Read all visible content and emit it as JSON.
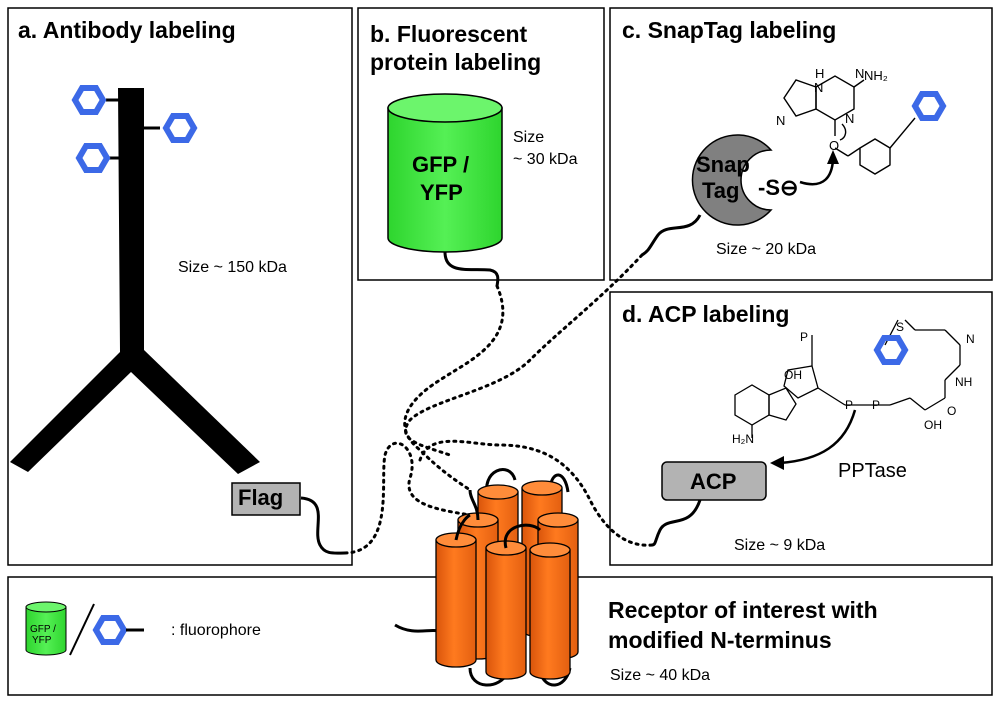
{
  "panels": {
    "a": {
      "title": "a. Antibody labeling",
      "size": "Size ~ 150 kDa",
      "flag_label": "Flag"
    },
    "b": {
      "title_line1": "b. Fluorescent",
      "title_line2": "protein labeling",
      "size_line1": "Size",
      "size_line2": "~ 30 kDa",
      "protein_line1": "GFP /",
      "protein_line2": "YFP"
    },
    "c": {
      "title": "c. SnapTag labeling",
      "protein_line1": "Snap",
      "protein_line2": "Tag",
      "thiolate": "-S⊖",
      "size": "Size ~ 20 kDa",
      "atom_h": "H",
      "atom_n": "N",
      "atom_nh2": "NH₂",
      "atom_o": "O"
    },
    "d": {
      "title": "d. ACP labeling",
      "protein": "ACP",
      "enzyme": "PPTase",
      "size": "Size ~ 9 kDa",
      "atom_s": "S",
      "atom_n": "N",
      "atom_nh": "NH",
      "atom_o": "O",
      "atom_oh": "OH",
      "atom_h2n": "H₂N",
      "atom_p": "P"
    }
  },
  "legend": {
    "gfp_line1": "GFP /",
    "gfp_line2": "YFP",
    "fluorophore_label": ": fluorophore"
  },
  "receptor": {
    "title_line1": "Receptor of interest with",
    "title_line2": "modified N-terminus",
    "size": "Size ~ 40 kDa"
  },
  "colors": {
    "fluorophore": "#3c69e7",
    "gfp": "#33dd33",
    "receptor": "#ff7a1f",
    "tag_gray": "#b3b3b3",
    "snaptag_gray": "#808080"
  }
}
